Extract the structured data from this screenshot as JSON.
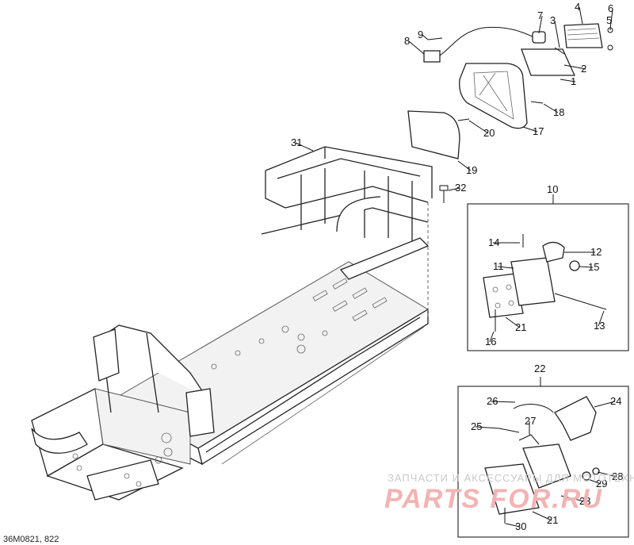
{
  "callouts": [
    {
      "text": "1"
    },
    {
      "text": "2"
    },
    {
      "text": "3"
    },
    {
      "text": "4"
    },
    {
      "text": "5"
    },
    {
      "text": "6"
    },
    {
      "text": "7"
    },
    {
      "text": "8"
    },
    {
      "text": "9"
    },
    {
      "text": "10"
    },
    {
      "text": "11"
    },
    {
      "text": "12"
    },
    {
      "text": "13"
    },
    {
      "text": "14"
    },
    {
      "text": "15"
    },
    {
      "text": "16"
    },
    {
      "text": "17"
    },
    {
      "text": "18"
    },
    {
      "text": "19"
    },
    {
      "text": "20"
    },
    {
      "text": "21"
    },
    {
      "text": "22"
    },
    {
      "text": "23"
    },
    {
      "text": "24"
    },
    {
      "text": "25"
    },
    {
      "text": "26"
    },
    {
      "text": "27"
    },
    {
      "text": "28"
    },
    {
      "text": "29"
    },
    {
      "text": "30"
    },
    {
      "text": "21"
    },
    {
      "text": "31"
    },
    {
      "text": "32"
    }
  ],
  "watermark": {
    "tagline": "ЗАПЧАСТИ И АКСЕССУАРЫ ДЛЯ МОТОТЕХНИКИ",
    "logo": "PARTS FOR.RU"
  },
  "footer": {
    "drawing_id": "36M0821, 822"
  }
}
